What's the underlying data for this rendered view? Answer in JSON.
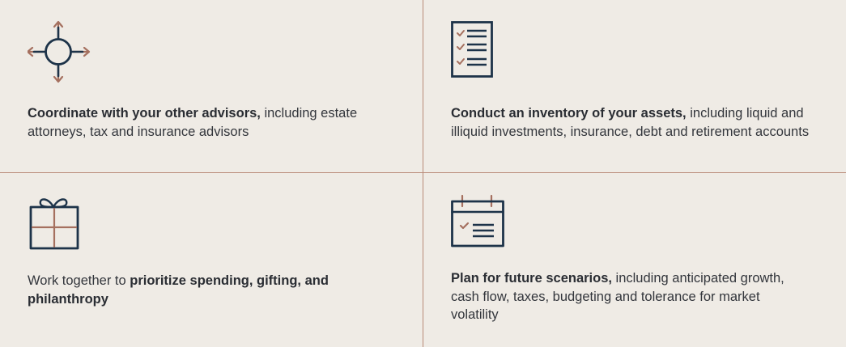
{
  "colors": {
    "background": "#efebe5",
    "divider": "#b98a78",
    "icon_navy": "#1d3349",
    "icon_copper": "#a5705f"
  },
  "cards": [
    {
      "icon": "compass-arrows-icon",
      "bold": "Coordinate with your other advisors,",
      "rest": " including estate attorneys, tax and insurance advisors"
    },
    {
      "icon": "checklist-icon",
      "bold": "Conduct an inventory of your assets,",
      "rest": " including liquid and illiquid investments, insurance, debt and retirement accounts"
    },
    {
      "icon": "gift-icon",
      "lead": "Work together to ",
      "bold": "prioritize spending, gifting, and philanthropy"
    },
    {
      "icon": "calendar-checklist-icon",
      "bold": "Plan for future scenarios,",
      "rest": " including anticipated growth, cash flow, taxes, budgeting and tolerance for market volatility"
    }
  ]
}
